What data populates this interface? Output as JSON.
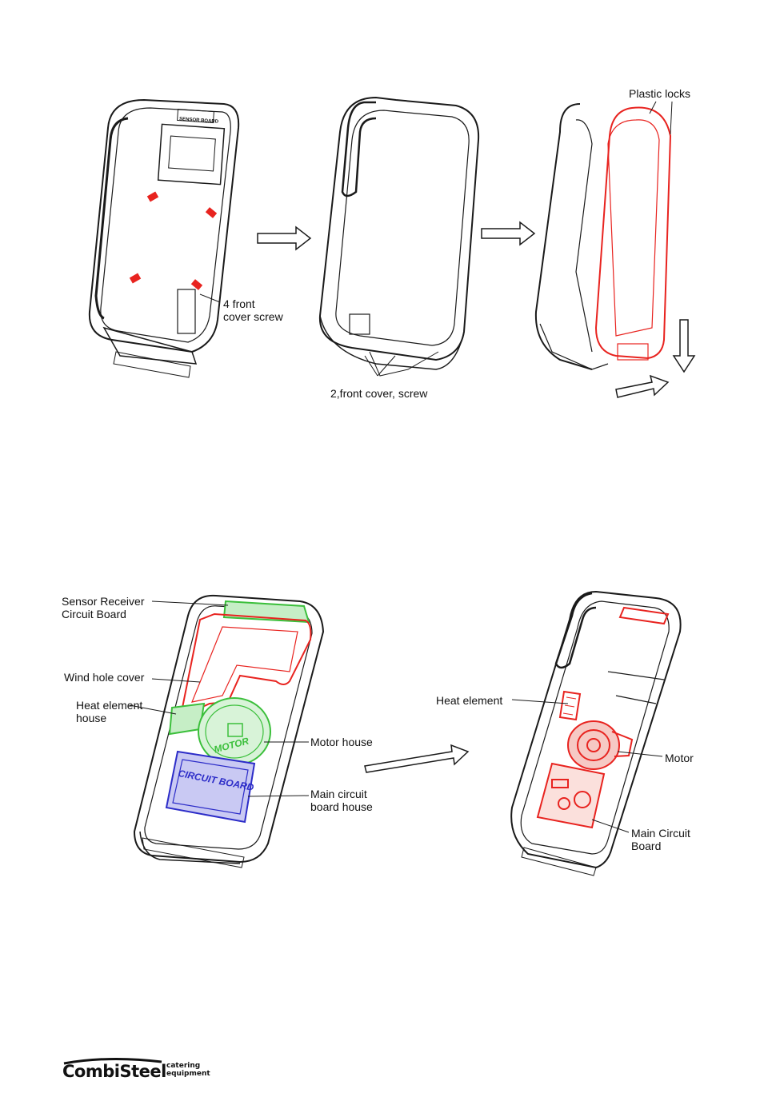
{
  "top_labels": {
    "plastic_locks": "Plastic locks",
    "front_cover_screw_4_l1": "4 front",
    "front_cover_screw_4_l2": "cover screw",
    "front_cover_screw_2": "2,front cover, screw"
  },
  "bottom_left_labels": {
    "sensor_l1": "Sensor Receiver",
    "sensor_l2": "Circuit Board",
    "wind_hole": "Wind hole cover",
    "heat_house_l1": "Heat element",
    "heat_house_l2": "house",
    "motor_house": "Motor house",
    "main_board_house_l1": "Main circuit",
    "main_board_house_l2": "board house",
    "motor_stamp": "MOTOR",
    "circuit_stamp": "CIRCUIT BOARD",
    "sensor_stamp": "SENSOR BOARD"
  },
  "bottom_right_labels": {
    "heat_element": "Heat element",
    "motor": "Motor",
    "main_board_l1": "Main Circuit",
    "main_board_l2": "Board"
  },
  "logo": {
    "word": "CombiSteel",
    "tag_l1": "catering",
    "tag_l2": "equipment"
  },
  "colors": {
    "line": "#1a1a1a",
    "red": "#e8231f",
    "green": "#3bbf3b",
    "blue": "#2c2cc8"
  }
}
